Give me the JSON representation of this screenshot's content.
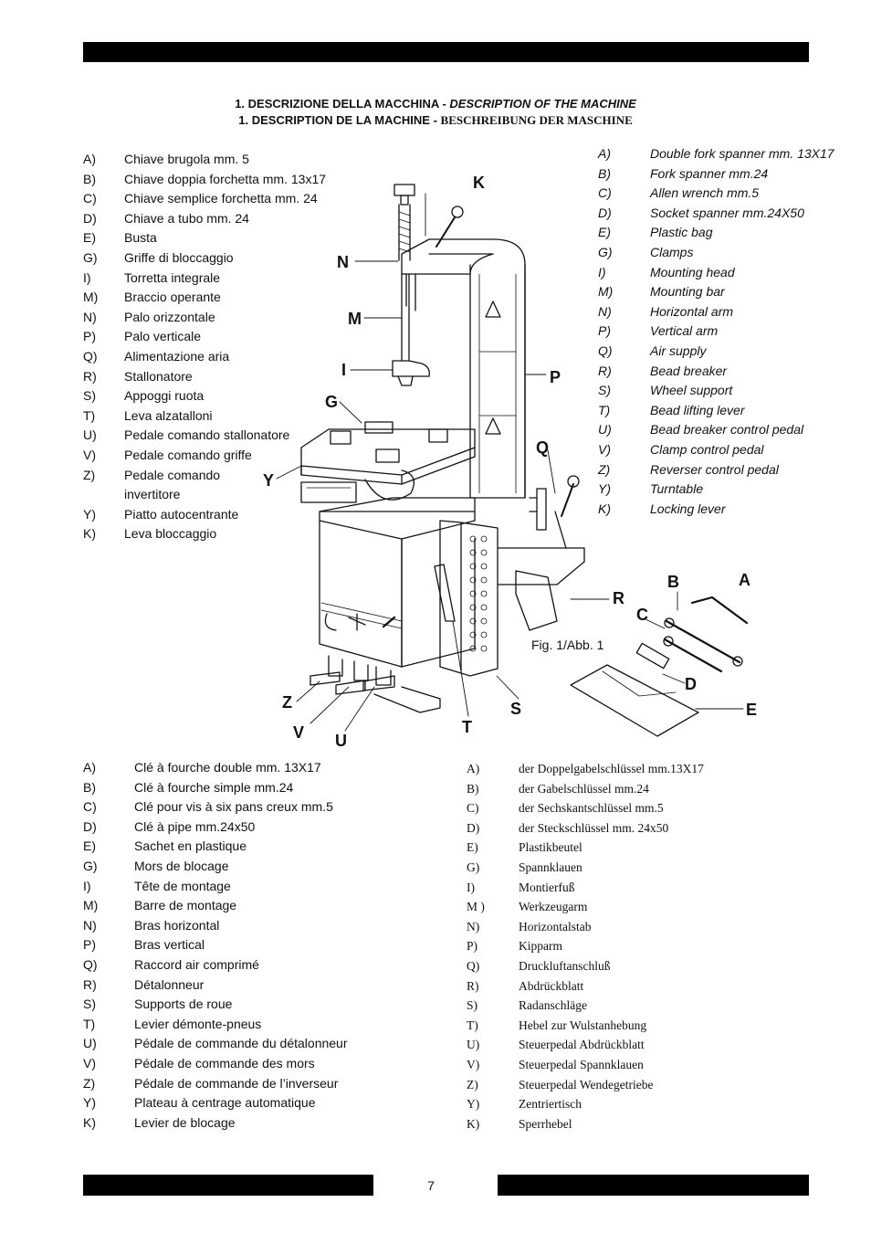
{
  "heading": {
    "line1_bold": "1. DESCRIZIONE DELLA MACCHINA - ",
    "line1_italic": "DESCRIPTION OF THE MACHINE",
    "line2_bold": "1. DESCRIPTION DE LA MACHINE - ",
    "line2_serif": "BESCHREIBUNG DER MASCHINE"
  },
  "italian": [
    {
      "k": "A)",
      "t": "Chiave brugola mm. 5"
    },
    {
      "k": "B)",
      "t": "Chiave doppia forchetta mm. 13x17"
    },
    {
      "k": "C)",
      "t": "Chiave semplice forchetta mm. 24"
    },
    {
      "k": "D)",
      "t": "Chiave a tubo mm. 24"
    },
    {
      "k": "E)",
      "t": "Busta"
    },
    {
      "k": "G)",
      "t": "Griffe di bloccaggio"
    },
    {
      "k": "I)",
      "t": "Torretta integrale"
    },
    {
      "k": "M)",
      "t": "Braccio operante"
    },
    {
      "k": "N)",
      "t": "Palo orizzontale"
    },
    {
      "k": "P)",
      "t": "Palo verticale"
    },
    {
      "k": "Q)",
      "t": "Alimentazione aria"
    },
    {
      "k": "R)",
      "t": "Stallonatore"
    },
    {
      "k": "S)",
      "t": "Appoggi ruota"
    },
    {
      "k": "T)",
      "t": "Leva alzatalloni"
    },
    {
      "k": "U)",
      "t": "Pedale comando stallonatore"
    },
    {
      "k": "V)",
      "t": "Pedale comando griffe"
    },
    {
      "k": "Z)",
      "t": "Pedale comando invertitore"
    },
    {
      "k": "Y)",
      "t": "Piatto autocentrante"
    },
    {
      "k": "K)",
      "t": "Leva bloccaggio"
    }
  ],
  "english": [
    {
      "k": "A)",
      "t": "Double fork spanner mm. 13X17"
    },
    {
      "k": "B)",
      "t": "Fork spanner mm.24"
    },
    {
      "k": "C)",
      "t": "Allen wrench mm.5"
    },
    {
      "k": "D)",
      "t": "Socket spanner mm.24X50"
    },
    {
      "k": "E)",
      "t": "Plastic bag"
    },
    {
      "k": "G)",
      "t": "Clamps"
    },
    {
      "k": "I)",
      "t": "Mounting head"
    },
    {
      "k": "M)",
      "t": "Mounting bar"
    },
    {
      "k": "N)",
      "t": "Horizontal arm"
    },
    {
      "k": "P)",
      "t": "Vertical arm"
    },
    {
      "k": "Q)",
      "t": "Air supply"
    },
    {
      "k": "R)",
      "t": "Bead breaker"
    },
    {
      "k": "S)",
      "t": "Wheel support"
    },
    {
      "k": "T)",
      "t": "Bead lifting lever"
    },
    {
      "k": "U)",
      "t": "Bead breaker control pedal"
    },
    {
      "k": "V)",
      "t": "Clamp control pedal"
    },
    {
      "k": "Z)",
      "t": "Reverser control pedal"
    },
    {
      "k": "Y)",
      "t": "Turntable"
    },
    {
      "k": "K)",
      "t": "Locking lever"
    }
  ],
  "french": [
    {
      "k": "A)",
      "t": "Clé à fourche double mm. 13X17"
    },
    {
      "k": "B)",
      "t": "Clé à fourche simple mm.24"
    },
    {
      "k": "C)",
      "t": "Clé pour vis à six pans creux mm.5"
    },
    {
      "k": "D)",
      "t": "Clé à pipe mm.24x50"
    },
    {
      "k": "E)",
      "t": "Sachet en plastique"
    },
    {
      "k": "G)",
      "t": "Mors de blocage"
    },
    {
      "k": "I)",
      "t": "Tête de montage"
    },
    {
      "k": "M)",
      "t": "Barre de montage"
    },
    {
      "k": "N)",
      "t": "Bras horizontal"
    },
    {
      "k": "P)",
      "t": "Bras vertical"
    },
    {
      "k": "Q)",
      "t": "Raccord air comprimé"
    },
    {
      "k": "R)",
      "t": "Détalonneur"
    },
    {
      "k": "S)",
      "t": "Supports de roue"
    },
    {
      "k": "T)",
      "t": "Levier démonte-pneus"
    },
    {
      "k": "U)",
      "t": "Pédale de commande du détalonneur"
    },
    {
      "k": "V)",
      "t": "Pédale de commande des mors"
    },
    {
      "k": "Z)",
      "t": "Pédale de commande de l’inverseur"
    },
    {
      "k": "Y)",
      "t": "Plateau à centrage automatique"
    },
    {
      "k": "K)",
      "t": "Levier de blocage"
    }
  ],
  "german": [
    {
      "k": "A)",
      "t": "der Doppelgabelschlüssel mm.13X17"
    },
    {
      "k": "B)",
      "t": "der Gabelschlüssel mm.24"
    },
    {
      "k": "C)",
      "t": "der Sechskantschlüssel mm.5"
    },
    {
      "k": "D)",
      "t": "der Steckschlüssel mm. 24x50"
    },
    {
      "k": "E)",
      "t": "Plastikbeutel"
    },
    {
      "k": "G)",
      "t": "Spannklauen"
    },
    {
      "k": "I)",
      "t": "Montierfuß"
    },
    {
      "k": "M )",
      "t": "Werkzeugarm"
    },
    {
      "k": "N)",
      "t": "Horizontalstab"
    },
    {
      "k": "P)",
      "t": "Kipparm"
    },
    {
      "k": "Q)",
      "t": "Druckluftanschluß"
    },
    {
      "k": "R)",
      "t": "Abdrückblatt"
    },
    {
      "k": "S)",
      "t": "Radanschläge"
    },
    {
      "k": "T)",
      "t": "Hebel zur Wulstanhebung"
    },
    {
      "k": "U)",
      "t": "Steuerpedal Abdrückblatt"
    },
    {
      "k": "V)",
      "t": "Steuerpedal Spannklauen"
    },
    {
      "k": "Z)",
      "t": "Steuerpedal Wendegetriebe"
    },
    {
      "k": "Y)",
      "t": "Zentriertisch"
    },
    {
      "k": "K)",
      "t": "Sperrhebel"
    }
  ],
  "figure": {
    "caption": "Fig. 1/Abb. 1",
    "callouts": {
      "K": "K",
      "N": "N",
      "M": "M",
      "I": "I",
      "G": "G",
      "Y": "Y",
      "P": "P",
      "Q": "Q",
      "R": "R",
      "A": "A",
      "B": "B",
      "C": "C",
      "D": "D",
      "E": "E",
      "S": "S",
      "T": "T",
      "Z": "Z",
      "V": "V",
      "U": "U"
    }
  },
  "page_number": "7"
}
